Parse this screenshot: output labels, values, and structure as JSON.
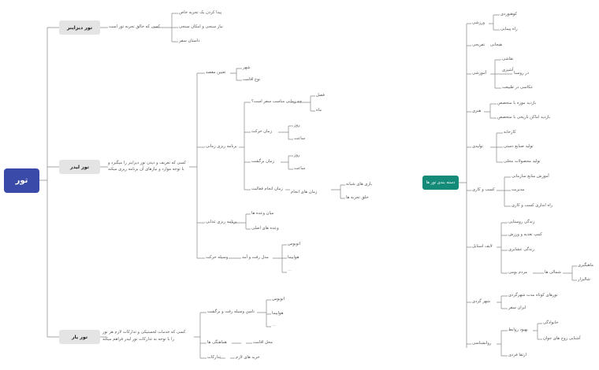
{
  "left": {
    "root": "تور",
    "d": {
      "label": "تور دیزاینر",
      "desc": "کسی که خالق تجربه تور است",
      "items": [
        "پیدا کردن یک تجربه خاص",
        "نیاز سنجی و امکان سنجی",
        "داستان سفر"
      ]
    },
    "l": {
      "label": "تور لیدر",
      "desc1": "کسی که تعریف و دیدن تور دیزاینر را میگیرد و",
      "desc2": "با توجه موارد و نیازهای آن برنامه ریزی میکند",
      "dest": "تعیین مقصد",
      "city": "شهر",
      "type": "نوع اقامت",
      "plan": "برنامه ریزی زمانی",
      "when": "چه زمانی مناسب سفر است؟",
      "season": "فصل",
      "month": "ماه",
      "depart": "زمان حرکت",
      "day1": "روز",
      "hour1": "ساعت",
      "ret": "زمان برگشت",
      "day2": "روز",
      "hour2": "ساعت",
      "act": "زمان انجام فعالیت",
      "acttime": "زمان های انجام",
      "play": "بازی های شبانه",
      "create": "خلق تجربه ها",
      "food": "برنامه ریزی غذایی",
      "snack": "میان وعده ها",
      "meals": "وعده های اصلی",
      "vehicle": "وسیله حرکت",
      "route": "مدل رفت و آمد",
      "bus": "اتوبوس",
      "plane": "هواپیما",
      "blank": "..."
    },
    "y": {
      "label": "تور یار",
      "desc1": "کسی که خدمات لجستیکی و تدارکات لازم هر تور",
      "desc2": "را با توجه به تدارکات تور لیدر فراهم میکند",
      "provide": "تامین وسیله رفت و برگشت",
      "bus": "اتوبوس",
      "plane": "هواپیما",
      "blank": "...",
      "coord": "هماهنگی ها",
      "stay": "محل اقامت",
      "logistics": "تدارکات",
      "buy": "خرید های لازم"
    }
  },
  "right": {
    "root": "دسته بندی تور ها",
    "sport": {
      "label": "ورزشی",
      "items": [
        "کوهنوردی",
        "راه پیمایی"
      ]
    },
    "fun": "تفریحی",
    "exciting": "هیجانی",
    "edu": {
      "label": "آموزشی",
      "painting": "نقاشی",
      "village": "در روستا",
      "nature": "آشپزی",
      "photo": "عکاسی در طبیعت"
    },
    "art": {
      "label": "هنری",
      "items": [
        "بازدید موزه با متخصص",
        "بازدید اماکن تاریخی با متخصص"
      ]
    },
    "prod": {
      "label": "تولیدی",
      "items": [
        "کارخانه",
        "تولید صنایع دستی",
        "تولید محصولات محلی"
      ]
    },
    "biz": {
      "label": "کسب و کاری",
      "items": [
        "آموزش منابع سازمانی",
        "مدیریت",
        "راه اندازی کسب و کاری"
      ]
    },
    "life": {
      "label": "لایف استایل",
      "items": [
        "زندگی روستایی",
        "کمپ تغذیه و ورزش",
        "زندگی عشایری"
      ],
      "tribes": "مردم بومی",
      "north": "شمالی ها",
      "mah": "ماهیگیری",
      "shal": "شالیزار"
    },
    "travel": {
      "label": "شهر گردی",
      "items": [
        "تورهای کوتاه مدت شهرگردی",
        "ایران سفر"
      ]
    },
    "psy": {
      "label": "روانشناسی",
      "family": "بهبود روابط",
      "self": "خانوادگی",
      "couple": "آشنایی زوج های جوان",
      "kids": "ارتقا فردی"
    }
  }
}
